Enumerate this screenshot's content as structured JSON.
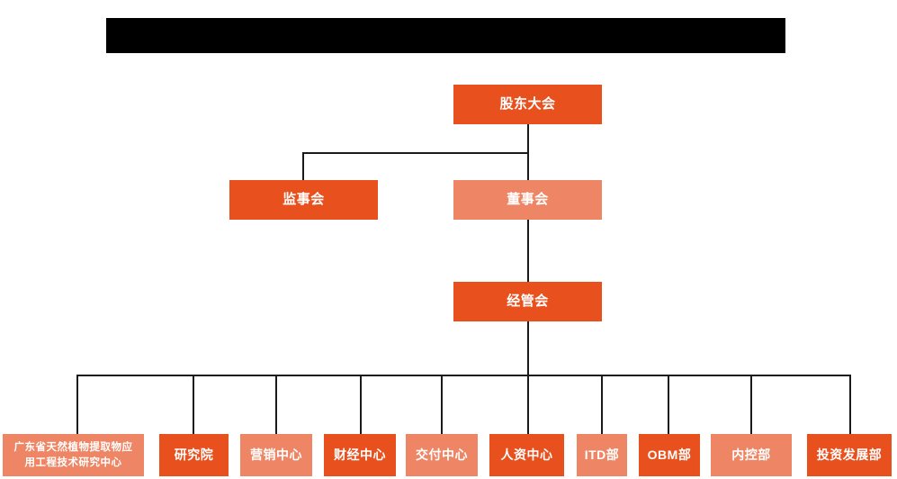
{
  "title_bar": {
    "name": "redacted-title-bar",
    "text": "",
    "color": "#000000"
  },
  "colors": {
    "dark_orange": "#E8501E",
    "light_orange": "#EE8564",
    "connector": "#1a1a1a",
    "background": "#FFFFFF",
    "text": "#FFFFFF"
  },
  "org_chart": {
    "level1": {
      "label": "股东大会",
      "style": "dark"
    },
    "level2": [
      {
        "label": "监事会",
        "style": "dark"
      },
      {
        "label": "董事会",
        "style": "light"
      }
    ],
    "level3": {
      "label": "经管会",
      "style": "dark"
    },
    "departments": [
      {
        "label": "广东省天然植物提取物应\n用工程技术研究中心",
        "line1": "广东省天然植物提取物应",
        "line2": "用工程技术研究中心",
        "style": "light",
        "multiline": true
      },
      {
        "label": "研究院",
        "style": "dark",
        "multiline": false
      },
      {
        "label": "营销中心",
        "style": "light",
        "multiline": false
      },
      {
        "label": "财经中心",
        "style": "dark",
        "multiline": false
      },
      {
        "label": "交付中心",
        "style": "light",
        "multiline": false
      },
      {
        "label": "人资中心",
        "style": "dark",
        "multiline": false
      },
      {
        "label": "ITD部",
        "style": "light",
        "multiline": false
      },
      {
        "label": "OBM部",
        "style": "dark",
        "multiline": false
      },
      {
        "label": "内控部",
        "style": "light",
        "multiline": false
      },
      {
        "label": "投资发展部",
        "style": "dark",
        "multiline": false
      }
    ]
  }
}
